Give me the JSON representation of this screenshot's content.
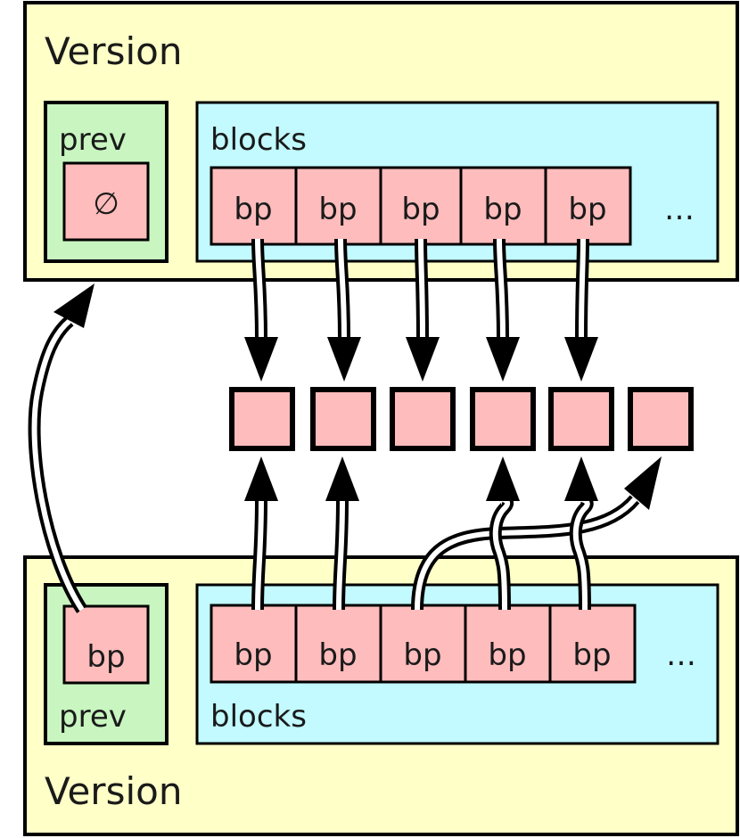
{
  "top_version": {
    "title": "Version",
    "prev_label": "prev",
    "prev_value": "∅",
    "blocks_label": "blocks",
    "block_pointers": [
      "bp",
      "bp",
      "bp",
      "bp",
      "bp"
    ],
    "ellipsis": "…"
  },
  "bottom_version": {
    "title": "Version",
    "prev_label": "prev",
    "prev_value": "bp",
    "blocks_label": "blocks",
    "block_pointers": [
      "bp",
      "bp",
      "bp",
      "bp",
      "bp"
    ],
    "ellipsis": "…"
  },
  "colors": {
    "version_fill": "#FFFFC8",
    "prev_fill": "#C8F5C0",
    "blocks_fill": "#C2FAFF",
    "pointer_fill": "#FFBCBC",
    "data_block_fill": "#FFBCBC",
    "stroke": "#000000"
  }
}
